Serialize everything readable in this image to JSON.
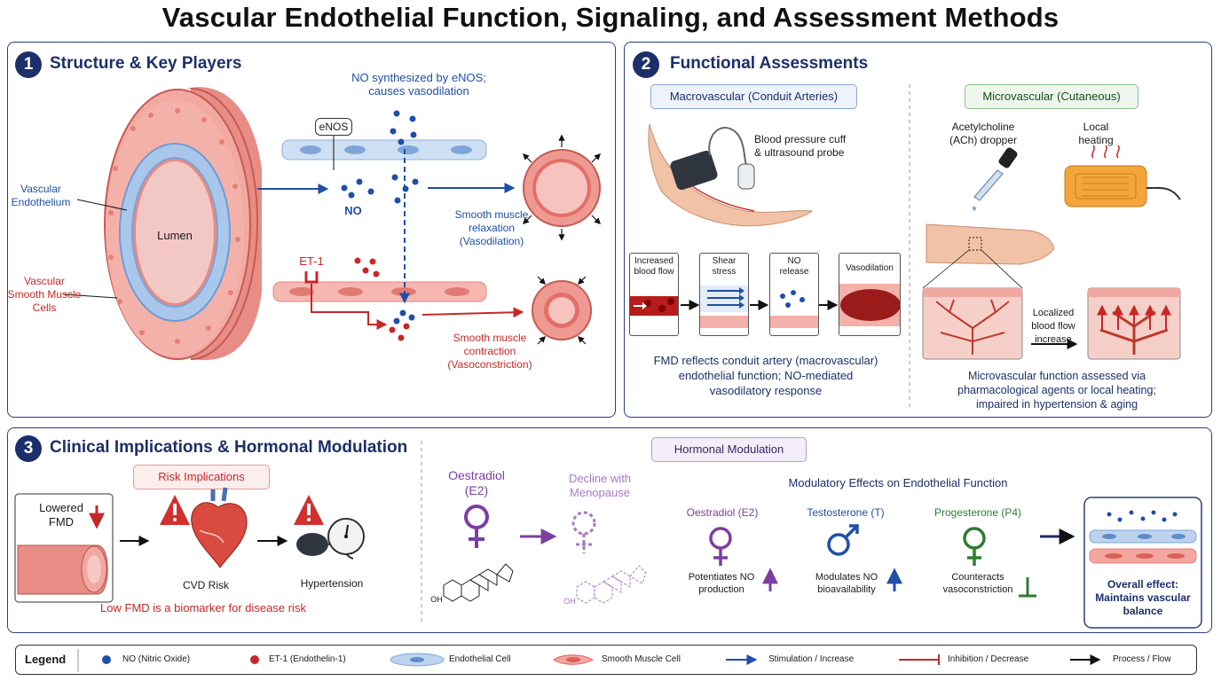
{
  "title": "Vascular Endothelial Function, Signaling, and Assessment Methods",
  "panel1": {
    "number": "1",
    "title": "Structure & Key Players",
    "lumen": "Lumen",
    "endothelium_label": "Vascular\nEndothelium",
    "smc_label": "Vascular\nSmooth Muscle\nCells",
    "no_synth": "NO synthesized by eNOS;\ncauses vasodilation",
    "enos": "eNOS",
    "no": "NO",
    "et1": "ET-1",
    "relax": "Smooth muscle\nrelaxation\n(Vasodilation)",
    "contract": "Smooth muscle\ncontraction\n(Vasoconstriction)"
  },
  "panel2": {
    "number": "2",
    "title": "Functional Assessments",
    "macro_pill": "Macrovascular (Conduit Arteries)",
    "micro_pill": "Microvascular (Cutaneous)",
    "cuff": "Blood pressure cuff\n& ultrasound probe",
    "ach": "Acetylcholine\n(ACh) dropper",
    "heating": "Local\nheating",
    "steps": [
      "Increased\nblood flow",
      "Shear\nstress",
      "NO\nrelease",
      "Vasodilation"
    ],
    "fmd_text": "FMD reflects conduit artery (macrovascular)\nendothelial function; NO-mediated\nvasodilatory response",
    "localized": "Localized\nblood flow\nincrease",
    "micro_text": "Microvascular function assessed via\npharmacological agents or local heating;\nimpaired in hypertension & aging"
  },
  "panel3": {
    "number": "3",
    "title": "Clinical Implications & Hormonal Modulation",
    "risk_pill": "Risk Implications",
    "lowered_fmd": "Lowered\nFMD",
    "cvd": "CVD Risk",
    "hypertension": "Hypertension",
    "biomarker": "Low FMD is a biomarker for disease risk",
    "hormonal_pill": "Hormonal  Modulation",
    "oestradiol": "Oestradiol\n(E2)",
    "decline": "Decline with\nMenopause",
    "oh": "OH",
    "modulatory_title": "Modulatory Effects on Endothelial Function",
    "hormones": [
      {
        "name": "Oestradiol (E2)",
        "effect": "Potentiates NO\nproduction",
        "color": "#7b3fa0"
      },
      {
        "name": "Testosterone (T)",
        "effect": "Modulates NO\nbioavailability",
        "color": "#1f4fa8"
      },
      {
        "name": "Progesterone (P4)",
        "effect": "Counteracts\nvasoconstriction",
        "color": "#2e7d32"
      }
    ],
    "overall": "Overall effect:\nMaintains vascular\nbalance"
  },
  "legend": {
    "title": "Legend",
    "items": [
      "NO (Nitric Oxide)",
      "ET-1 (Endothelin-1)",
      "Endothelial Cell",
      "Smooth Muscle Cell",
      "Stimulation / Increase",
      "Inhibition / Decrease",
      "Process / Flow"
    ]
  },
  "colors": {
    "navy": "#1c2f6a",
    "no_blue": "#1f4fa8",
    "et1_red": "#c62828",
    "endothelial": "#bcd3ee",
    "smooth_muscle": "#f4a6a0"
  }
}
